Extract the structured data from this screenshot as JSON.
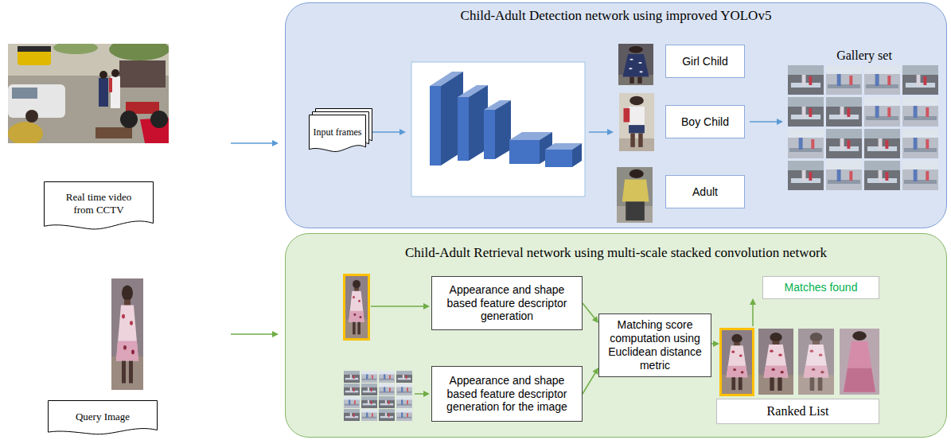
{
  "diagram": {
    "nodes": [
      {
        "text": [
          "Child-Adult Detection network using improved YOLOv5"
        ]
      },
      {
        "text": [
          "Input frames"
        ],
        "in": 0
      },
      {
        "text": [
          "Girl Child"
        ],
        "in": 0
      },
      {
        "text": [
          "Boy Child"
        ],
        "in": 0
      },
      {
        "text": [
          "Adult"
        ],
        "in": 0
      },
      {
        "text": [
          "Real time video from CCTV"
        ]
      },
      {
        "text": [
          "Child-Adult Retrieval network using multi-scale stacked convolution network"
        ]
      },
      {
        "text": [
          "Appearance and shape based feature descriptor generation"
        ],
        "in": 6
      },
      {
        "text": [
          "Appearance and shape based feature descriptor generation for the image"
        ],
        "in": 6
      },
      {
        "text": [
          "Matching score computation using Euclidean distance metric"
        ],
        "in": 6
      },
      {
        "text": [
          "Matches found"
        ],
        "in": 6
      },
      {
        "text": [
          "Ranked List"
        ],
        "in": 6
      },
      {
        "text": [
          "Query Image"
        ]
      }
    ],
    "edges": [
      {
        "from": 7,
        "to": 9,
        "arrow": "to"
      },
      {
        "from": 8,
        "to": 9,
        "arrow": "to"
      }
    ],
    "labels": [
      "Gallery set"
    ]
  }
}
